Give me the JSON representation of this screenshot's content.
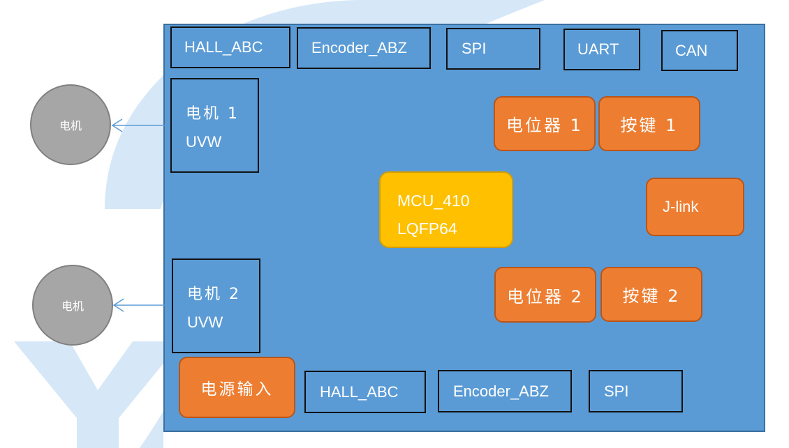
{
  "top_interfaces": [
    "HALL_ABC",
    "Encoder_ABZ",
    "SPI",
    "UART",
    "CAN"
  ],
  "bottom_interfaces": [
    "HALL_ABC",
    "Encoder_ABZ",
    "SPI"
  ],
  "motor_ports": [
    {
      "name": "电机 1",
      "phase": "UVW"
    },
    {
      "name": "电机 2",
      "phase": "UVW"
    }
  ],
  "motors": [
    "电机",
    "电机"
  ],
  "mcu": {
    "line1": "MCU_410",
    "line2": "LQFP64"
  },
  "controls": {
    "pot1": "电位器 1",
    "key1": "按键 1",
    "pot2": "电位器 2",
    "key2": "按键 2",
    "jlink": "J-link"
  },
  "power": "电源输入",
  "colors": {
    "board": "#5b9bd5",
    "orange_block": "#ed7d31",
    "mcu_block": "#ffc000",
    "motor": "#a6a6a6",
    "watermark": "#d6e7f7"
  }
}
